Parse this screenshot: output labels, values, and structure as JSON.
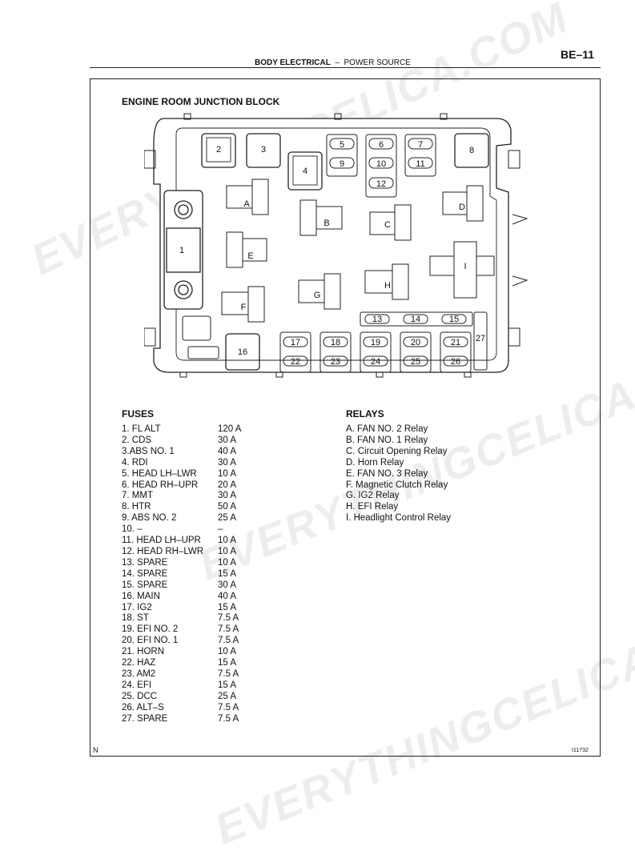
{
  "header": {
    "page_number": "BE–11",
    "section": "BODY ELECTRICAL",
    "separator": "–",
    "subsection": "POWER SOURCE"
  },
  "diagram": {
    "title": "ENGINE ROOM JUNCTION BLOCK",
    "fuse_labels": [
      "1",
      "2",
      "3",
      "4",
      "5",
      "6",
      "7",
      "8",
      "9",
      "10",
      "11",
      "12",
      "13",
      "14",
      "15",
      "16",
      "17",
      "18",
      "19",
      "20",
      "21",
      "22",
      "23",
      "24",
      "25",
      "26",
      "27"
    ],
    "relay_labels": [
      "A",
      "B",
      "C",
      "D",
      "E",
      "F",
      "G",
      "H",
      "I"
    ]
  },
  "fuses": {
    "title": "FUSES",
    "items": [
      {
        "name": "1. FL ALT",
        "amp": "120 A"
      },
      {
        "name": "2. CDS",
        "amp": "30 A"
      },
      {
        "name": "3.ABS NO. 1",
        "amp": "40 A"
      },
      {
        "name": "4. RDI",
        "amp": "30 A"
      },
      {
        "name": "5. HEAD LH–LWR",
        "amp": "10 A"
      },
      {
        "name": "6. HEAD RH–UPR",
        "amp": "20 A"
      },
      {
        "name": "7. MMT",
        "amp": "30 A"
      },
      {
        "name": "8. HTR",
        "amp": "50 A"
      },
      {
        "name": "9. ABS NO. 2",
        "amp": "25 A"
      },
      {
        "name": "10.  –",
        "amp": "  –"
      },
      {
        "name": "11. HEAD LH–UPR",
        "amp": "10 A"
      },
      {
        "name": "12. HEAD RH–LWR",
        "amp": "10 A"
      },
      {
        "name": "13. SPARE",
        "amp": "10 A"
      },
      {
        "name": "14. SPARE",
        "amp": "15 A"
      },
      {
        "name": "15. SPARE",
        "amp": "30 A"
      },
      {
        "name": "16. MAIN",
        "amp": "40 A"
      },
      {
        "name": "17. IG2",
        "amp": "15 A"
      },
      {
        "name": "18. ST",
        "amp": "7.5 A"
      },
      {
        "name": "19. EFI NO. 2",
        "amp": "7.5 A"
      },
      {
        "name": "20. EFI NO. 1",
        "amp": "7.5 A"
      },
      {
        "name": "21. HORN",
        "amp": "10 A"
      },
      {
        "name": "22. HAZ",
        "amp": "15 A"
      },
      {
        "name": "23. AM2",
        "amp": "7.5 A"
      },
      {
        "name": "24. EFI",
        "amp": "15 A"
      },
      {
        "name": "25. DCC",
        "amp": "25 A"
      },
      {
        "name": "26. ALT–S",
        "amp": "7.5 A"
      },
      {
        "name": "27. SPARE",
        "amp": "7.5 A"
      }
    ]
  },
  "relays": {
    "title": "RELAYS",
    "items": [
      "A. FAN NO. 2 Relay",
      "B. FAN NO. 1 Relay",
      "C. Circuit Opening Relay",
      "D. Horn Relay",
      "E. FAN NO. 3 Relay",
      "F. Magnetic Clutch Relay",
      "G. IG2 Relay",
      "H. EFI Relay",
      "I. Headlight Control Relay"
    ]
  },
  "footer": {
    "left_code": "N",
    "figure_id": "I11732"
  },
  "watermark": {
    "text": "EVERYTHINGCELICA.COM"
  }
}
